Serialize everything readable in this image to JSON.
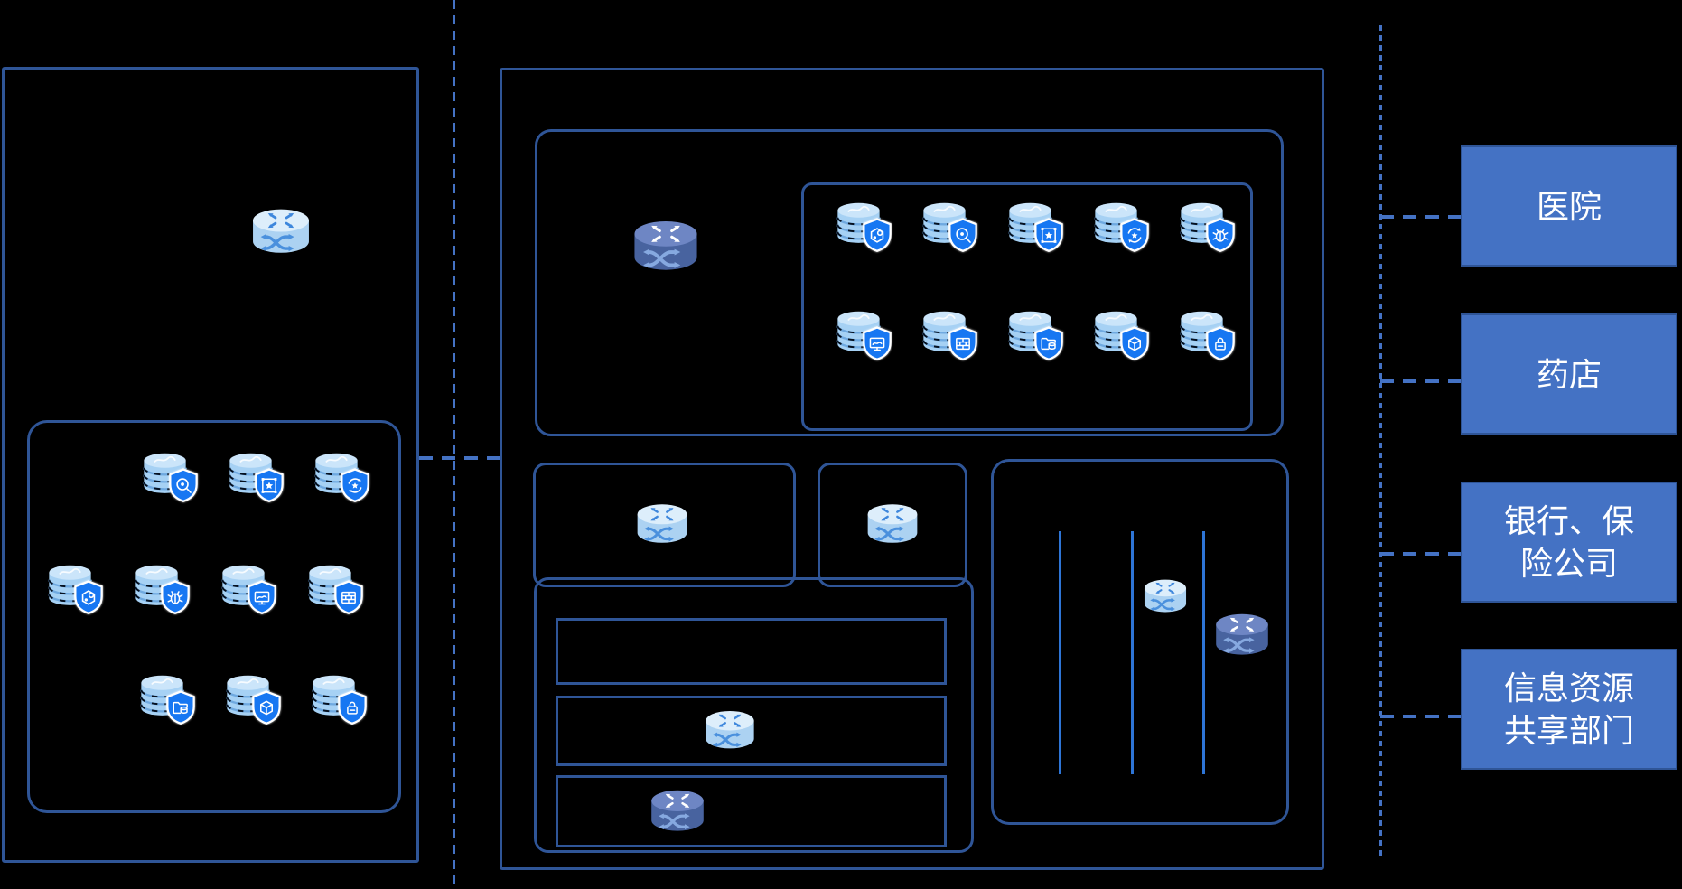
{
  "colors": {
    "background": "#000000",
    "panel_border": "#2F5597",
    "dashed_line": "#4472C4",
    "divider_line": "#2E75D6",
    "label_box_fill": "#4472C4",
    "label_box_border": "#2F5597",
    "label_text": "#FFFFFF",
    "shield_fill": "#1777F2",
    "db_body": "#A6D1F4",
    "db_top": "#CBE5FA",
    "router_light_top": "#DDEEFB",
    "router_light_side": "#ACD2F2",
    "router_dark_top": "#6E86C4",
    "router_dark_side": "#48639F"
  },
  "right_links": [
    {
      "label": "医院",
      "lines": [
        "医院"
      ]
    },
    {
      "label": "药店",
      "lines": [
        "药店"
      ]
    },
    {
      "label": "银行、保险公司",
      "lines": [
        "银行、保",
        "险公司"
      ]
    },
    {
      "label": "信息资源共享部门",
      "lines": [
        "信息资源",
        "共享部门"
      ]
    }
  ],
  "left_panel": {
    "icon_rows": [
      [
        "shield-scan",
        "shield-star-frame",
        "shield-star-sync"
      ],
      [
        "shield-molecule",
        "shield-bug",
        "shield-monitor",
        "shield-grid"
      ],
      [
        "shield-folder-db",
        "shield-cube",
        "shield-lock"
      ]
    ]
  },
  "exchange_box": {
    "icon_rows": [
      [
        "shield-molecule",
        "shield-scan",
        "shield-star-frame",
        "shield-star-sync",
        "shield-bug"
      ],
      [
        "shield-monitor",
        "shield-grid",
        "shield-folder-db",
        "shield-cube",
        "shield-lock"
      ]
    ]
  },
  "icon_titles": {
    "shield-scan": "database-with-scan-shield",
    "shield-star-frame": "database-with-star-frame-shield",
    "shield-star-sync": "database-with-star-sync-shield",
    "shield-molecule": "database-with-molecule-shield",
    "shield-bug": "database-with-bug-shield",
    "shield-monitor": "database-with-monitor-shield",
    "shield-grid": "database-with-grid-shield",
    "shield-folder-db": "database-with-folder-db-shield",
    "shield-cube": "database-with-cube-shield",
    "shield-lock": "database-with-lock-shield"
  },
  "routers": [
    {
      "variant": "light"
    },
    {
      "variant": "dark"
    },
    {
      "variant": "light"
    },
    {
      "variant": "light"
    },
    {
      "variant": "light"
    },
    {
      "variant": "dark"
    },
    {
      "variant": "light"
    },
    {
      "variant": "dark"
    }
  ]
}
